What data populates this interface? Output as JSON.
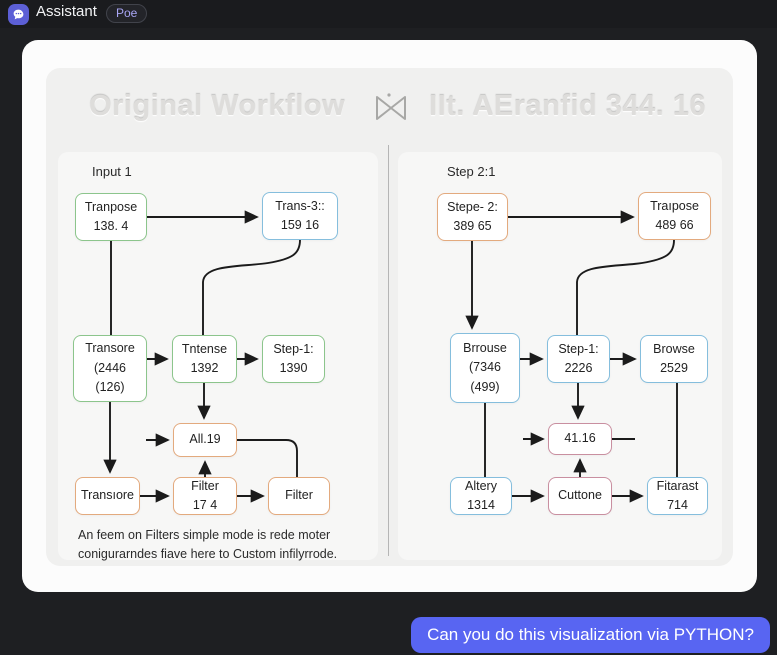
{
  "header": {
    "app_name": "Assistant",
    "badge": "Poe"
  },
  "figure": {
    "left_title": "Original Workflow",
    "right_title": "IIt. AEranfid 344. 16",
    "left_panel": {
      "label": "Input 1",
      "nodes": [
        {
          "id": "tranpose",
          "lines": [
            "Tranpose",
            "138. 4"
          ],
          "color": "green"
        },
        {
          "id": "trans3",
          "lines": [
            "Trans-3::",
            "159 16"
          ],
          "color": "blue"
        },
        {
          "id": "transore",
          "lines": [
            "Transore",
            "(2446",
            "(126)"
          ],
          "color": "green"
        },
        {
          "id": "tntense",
          "lines": [
            "Tntense",
            "1392"
          ],
          "color": "green"
        },
        {
          "id": "step1",
          "lines": [
            "Step-1:",
            "1390"
          ],
          "color": "green"
        },
        {
          "id": "all19",
          "lines": [
            "All.19"
          ],
          "color": "orange"
        },
        {
          "id": "transiore",
          "lines": [
            "Transıore"
          ],
          "color": "orange"
        },
        {
          "id": "filter174",
          "lines": [
            "Filter",
            "17 4"
          ],
          "color": "orange"
        },
        {
          "id": "filter",
          "lines": [
            "Filter"
          ],
          "color": "orange"
        }
      ],
      "caption_line1": "An feem on Filters simple mode is rede moter",
      "caption_line2": "conigurarndes fiave here to Custom infilyrrode."
    },
    "right_panel": {
      "label": "Step 2:1",
      "nodes": [
        {
          "id": "stepe2",
          "lines": [
            "Stepe- 2:",
            "389 65"
          ],
          "color": "orange"
        },
        {
          "id": "trarpose",
          "lines": [
            "Traıpose",
            "489 66"
          ],
          "color": "orange"
        },
        {
          "id": "brrouse",
          "lines": [
            "Brrouse",
            "(7346",
            "(499)"
          ],
          "color": "blue"
        },
        {
          "id": "step1r",
          "lines": [
            "Step-1:",
            "2226"
          ],
          "color": "blue"
        },
        {
          "id": "browse",
          "lines": [
            "Browse",
            "2529"
          ],
          "color": "blue"
        },
        {
          "id": "b4116",
          "lines": [
            "41.16"
          ],
          "color": "pink"
        },
        {
          "id": "altery",
          "lines": [
            "Altery",
            "1314"
          ],
          "color": "blue"
        },
        {
          "id": "cuttone",
          "lines": [
            "Cuttone"
          ],
          "color": "pink"
        },
        {
          "id": "fitarast",
          "lines": [
            "Fitarast",
            "714"
          ],
          "color": "blue"
        }
      ]
    }
  },
  "chat": {
    "user_message": "Can you do this visualization via PYTHON?"
  },
  "colors": {
    "accent_purple": "#5865f2",
    "node_green": "#8cc58c",
    "node_blue": "#85bedd",
    "node_orange": "#e3aa7e",
    "node_pink": "#c98fa0"
  }
}
